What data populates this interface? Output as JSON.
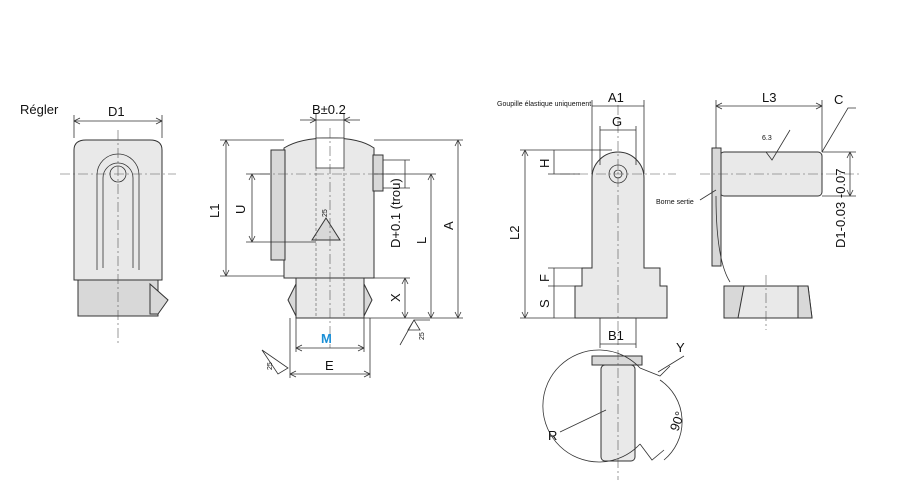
{
  "labels": {
    "regler": "Régler",
    "d1": "D1",
    "b_tol": "B±0.2",
    "l1": "L1",
    "u": "U",
    "d_hole": "D+0.1 (trou)",
    "l": "L",
    "a": "A",
    "x": "X",
    "m": "M",
    "e": "E",
    "roughness_25": "25",
    "goupille": "Goupille élastique uniquement",
    "a1": "A1",
    "g": "G",
    "h": "H",
    "l2": "L2",
    "f": "F",
    "s": "S",
    "b1": "B1",
    "l3": "L3",
    "c": "C",
    "roughness_63": "6.3",
    "borne_sertie": "Borne sertie",
    "d1_tol": "D1-0.03 -0.07",
    "y": "Y",
    "r": "R",
    "angle": "90°"
  },
  "colors": {
    "part_fill": "#e9e9e9",
    "accent_blue": "#1a8fd6"
  }
}
